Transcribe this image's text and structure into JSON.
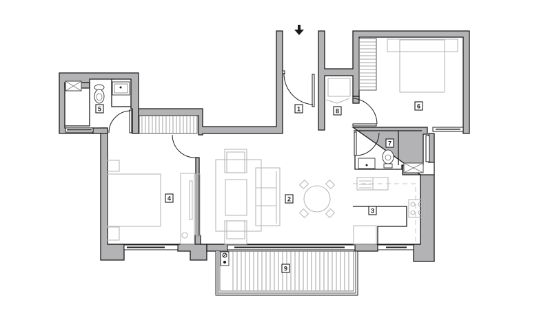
{
  "plan": {
    "title": "Apartment floor plan",
    "entrance_indicator": "arrow-down",
    "colors": {
      "wall_fill": "#b3b3b5",
      "wall_stroke": "#1a1a1a",
      "furniture": "#b8b8b8",
      "background": "#ffffff"
    },
    "rooms": [
      {
        "id": "room-1",
        "number": "1",
        "name": "entrance-hall"
      },
      {
        "id": "room-2",
        "number": "2",
        "name": "living-dining"
      },
      {
        "id": "room-3",
        "number": "3",
        "name": "kitchen"
      },
      {
        "id": "room-4",
        "number": "4",
        "name": "bedroom"
      },
      {
        "id": "room-5",
        "number": "5",
        "name": "bathroom"
      },
      {
        "id": "room-6",
        "number": "6",
        "name": "master-bedroom"
      },
      {
        "id": "room-7",
        "number": "7",
        "name": "bathroom-2"
      },
      {
        "id": "room-8",
        "number": "8",
        "name": "storage"
      },
      {
        "id": "room-9",
        "number": "9",
        "name": "balcony"
      }
    ]
  }
}
